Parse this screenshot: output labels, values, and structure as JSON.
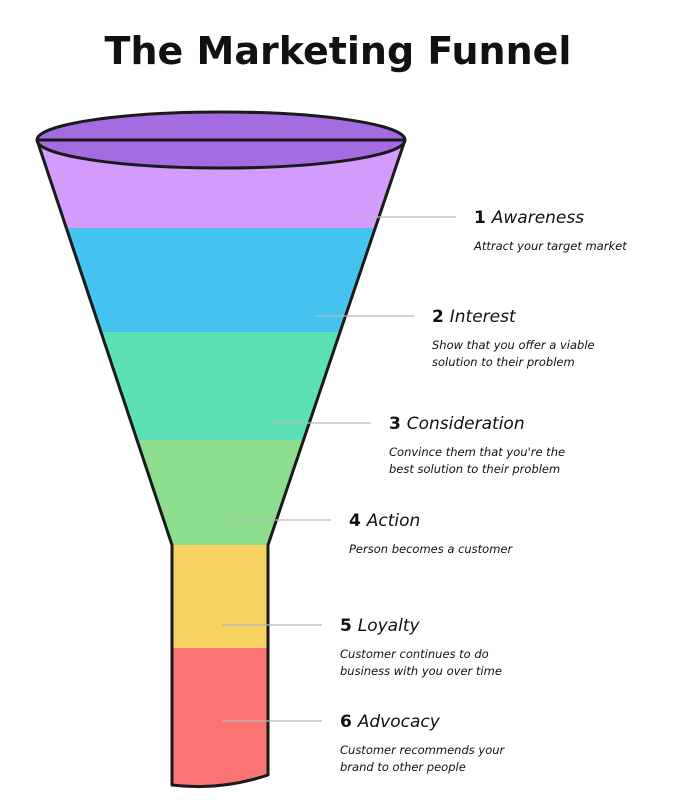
{
  "title": "The Marketing Funnel",
  "stages": [
    {
      "number": "1",
      "name": "Awareness",
      "desc": [
        "Attract your target market"
      ],
      "color": "#d39bfc"
    },
    {
      "number": "2",
      "name": "Interest",
      "desc": [
        "Show that you offer a viable",
        "solution to their problem"
      ],
      "color": "#45c3f0"
    },
    {
      "number": "3",
      "name": "Consideration",
      "desc": [
        "Convince them that you're the",
        "best solution to their problem"
      ],
      "color": "#5ce0b6"
    },
    {
      "number": "4",
      "name": "Action",
      "desc": [
        "Person becomes a customer"
      ],
      "color": "#8ddd8f"
    },
    {
      "number": "5",
      "name": "Loyalty",
      "desc": [
        "Customer continues to do",
        "business with you over time"
      ],
      "color": "#f7d161"
    },
    {
      "number": "6",
      "name": "Advocacy",
      "desc": [
        "Customer recommends your",
        "brand to other people"
      ],
      "color": "#fc7373"
    }
  ],
  "rim_color": "#a36ce0"
}
